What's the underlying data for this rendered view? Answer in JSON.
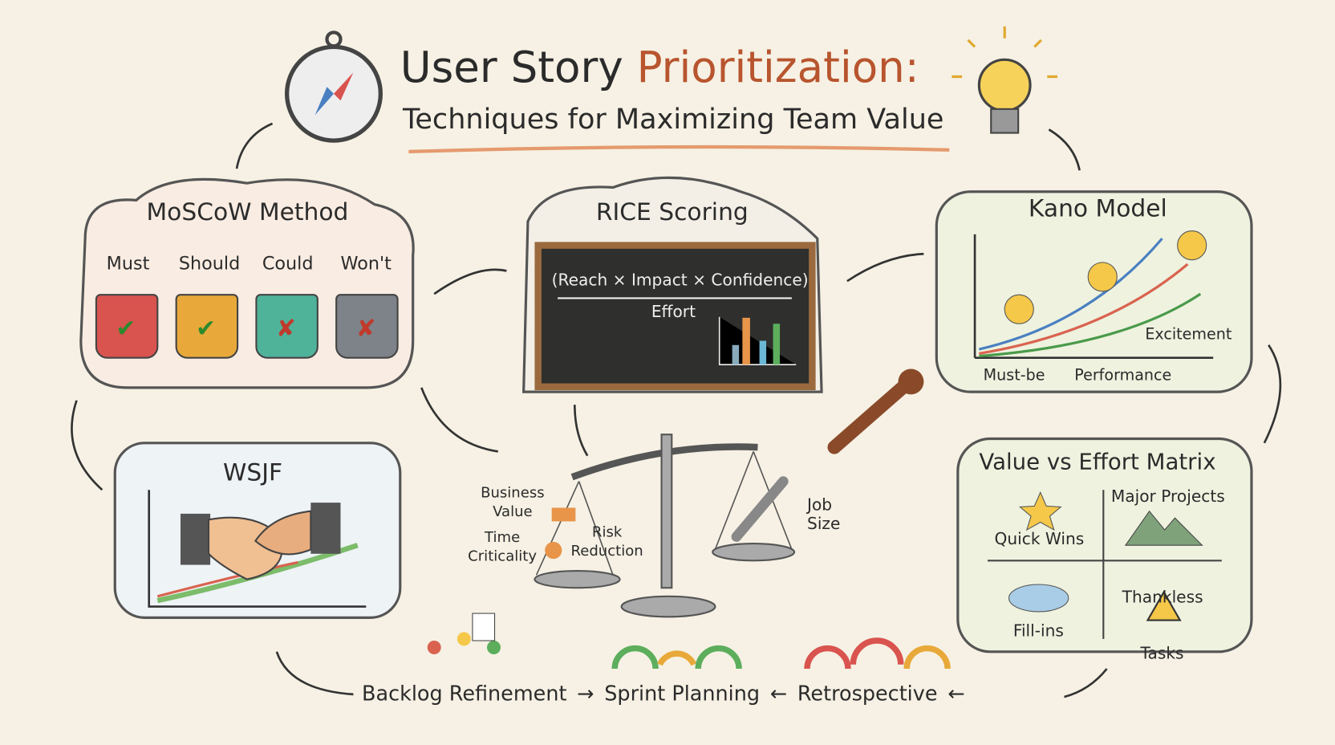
{
  "title": {
    "prefix": "User Story ",
    "accent": "Prioritization:",
    "subtitle": "Techniques for Maximizing Team Value"
  },
  "moscow": {
    "title": "MoSCoW Method",
    "buckets": [
      {
        "label": "Must",
        "color": "#d9534f",
        "mark": "check"
      },
      {
        "label": "Should",
        "color": "#e8a93a",
        "mark": "check"
      },
      {
        "label": "Could",
        "color": "#4fb39a",
        "mark": "cross"
      },
      {
        "label": "Won't",
        "color": "#7d8389",
        "mark": "cross"
      }
    ]
  },
  "rice": {
    "title": "RICE Scoring",
    "numerator": "(Reach × Impact × Confidence)",
    "denominator": "Effort"
  },
  "kano": {
    "title": "Kano Model",
    "labels": {
      "must_be": "Must-be",
      "performance": "Performance",
      "excitement": "Excitement"
    }
  },
  "wsjf": {
    "title": "WSJF"
  },
  "scale": {
    "business_value": "Business Value",
    "time_criticality": "Time Criticality",
    "risk_reduction": "Risk Reduction",
    "job_size": "Job Size"
  },
  "matrix": {
    "title": "Value vs Effort Matrix",
    "quick_wins": "Quick Wins",
    "major_projects": "Major Projects",
    "fill_ins": "Fill-ins",
    "thankless_tasks": "Thankless Tasks"
  },
  "flow": {
    "backlog": "Backlog Refinement",
    "arrow1": "→",
    "sprint": "Sprint Planning",
    "arrow2": "←",
    "retro": "Retrospective",
    "arrow3": "←"
  },
  "colors": {
    "background": "#f6f1e4",
    "accent": "#b8552e",
    "chalkboard": "#2f2f2d",
    "frame": "#9a6a3e"
  }
}
